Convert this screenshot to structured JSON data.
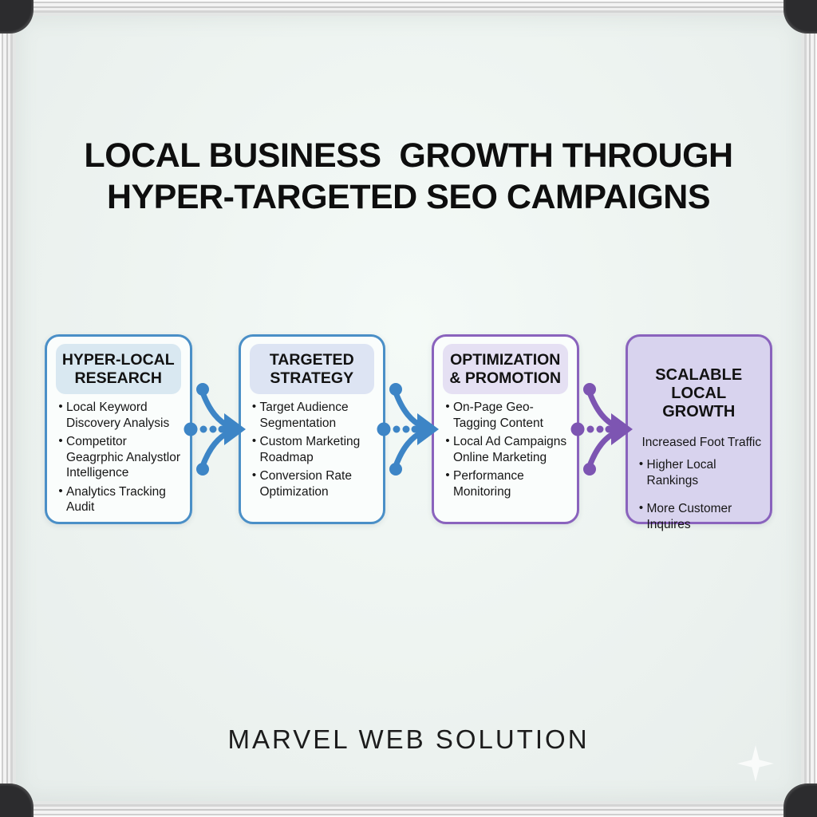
{
  "title": {
    "line1": "LOCAL BUSINESS  GROWTH THROUGH",
    "line2": "HYPER-TARGETED SEO CAMPAIGNS"
  },
  "footer": {
    "brand": "MARVEL WEB SOLUTION"
  },
  "colors": {
    "blue_accent": "#3d85c6",
    "blue_border": "#4a8fc7",
    "purple_accent": "#7d55b2",
    "purple_border": "#8a63bd",
    "board_surface": "#edf3f0",
    "box_fill": "#fafdfc",
    "box4_fill": "#d8d3ee",
    "header_blue": "#d9e8f1",
    "header_periwinkle": "#dde4f3",
    "header_lavender": "#e5e0f3",
    "title_text": "#0e0e0e",
    "corner_bracket": "#2c2c2e"
  },
  "flow": {
    "boxes": [
      {
        "title": "HYPER-LOCAL RESEARCH",
        "theme": "blue",
        "header_bg": "#d9e8f1",
        "filled": false,
        "items": [
          {
            "text": "Local Keyword Discovery Analysis",
            "bullet": true
          },
          {
            "text": "Competitor Geagrphic Analystlor Intelligence",
            "bullet": true
          },
          {
            "text": "Analytics Tracking Audit",
            "bullet": true
          }
        ]
      },
      {
        "title": "TARGETED STRATEGY",
        "theme": "blue",
        "header_bg": "#dde4f3",
        "filled": false,
        "items": [
          {
            "text": "Target Audience Segmentation",
            "bullet": true
          },
          {
            "text": "Custom Marketing Roadmap",
            "bullet": true
          },
          {
            "text": "Conversion Rate Optimization",
            "bullet": true
          }
        ]
      },
      {
        "title": "OPTIMIZATION & PROMOTION",
        "theme": "purple",
        "header_bg": "#e5e0f3",
        "filled": false,
        "items": [
          {
            "text": "On-Page Geo-Tagging Content",
            "bullet": true
          },
          {
            "text": "Local Ad Campaigns Online Marketing",
            "bullet": true
          },
          {
            "text": "Performance Monitoring",
            "bullet": true
          }
        ]
      },
      {
        "title": "SCALABLE LOCAL GROWTH",
        "theme": "purple",
        "header_bg": "",
        "filled": true,
        "items": [
          {
            "text": "Increased Foot Traffic",
            "bullet": false
          },
          {
            "text": "Higher Local Rankings",
            "bullet": true
          },
          {
            "text": "More Customer Inquires",
            "bullet": true
          }
        ]
      }
    ],
    "connectors": [
      {
        "color": "#3d85c6",
        "name": "blue-converge-arrow"
      },
      {
        "color": "#3d85c6",
        "name": "blue-converge-arrow"
      },
      {
        "color": "#7d55b2",
        "name": "purple-converge-arrow"
      }
    ]
  },
  "decor": {
    "sparkle_icon": "four-point-star"
  }
}
